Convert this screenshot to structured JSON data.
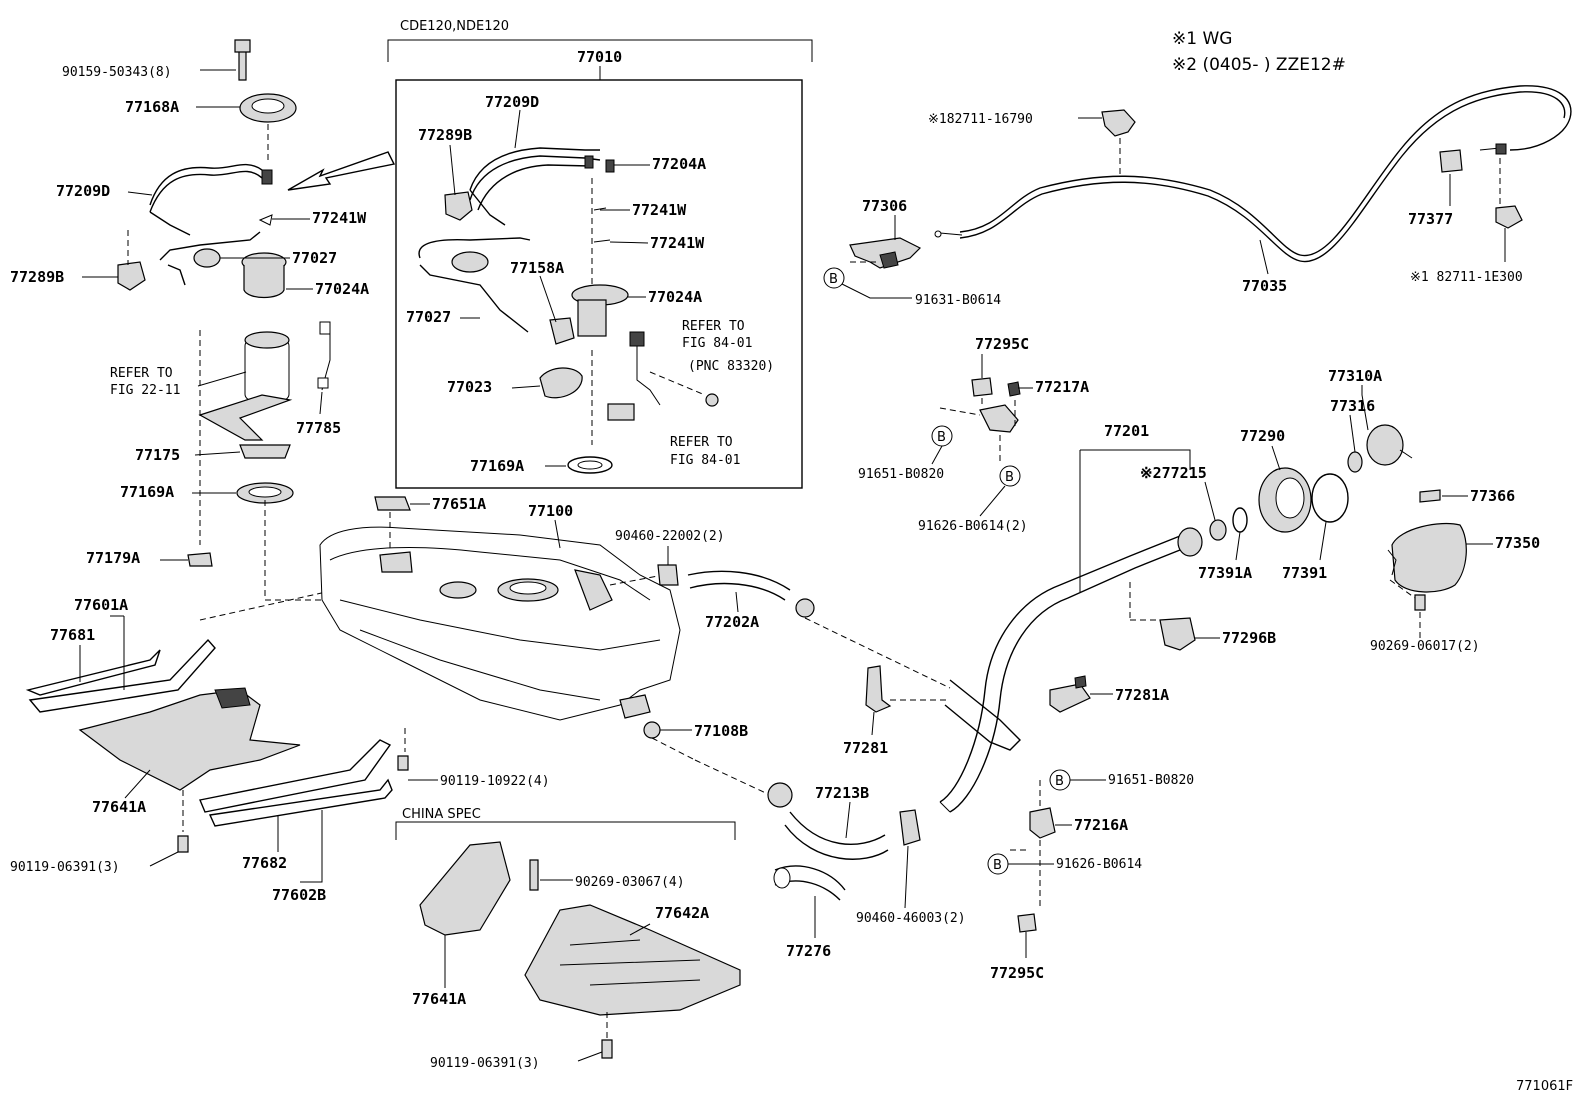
{
  "notes": {
    "line1": "※1  WG",
    "line2": "※2  (0405-    ) ZZE12#"
  },
  "inset": {
    "variant": "CDE120,NDE120",
    "assembly": "77010"
  },
  "china_spec": "CHINA SPEC",
  "refers": {
    "fig22": "REFER TO\nFIG 22-11",
    "fig84a": "REFER TO\nFIG 84-01\n(PNC 83320)",
    "fig84b": "REFER TO\nFIG 84-01"
  },
  "callout_b": "B",
  "figure_id": "771061F",
  "parts": [
    {
      "id": "p1",
      "label": "90159-50343(8)"
    },
    {
      "id": "p2",
      "label": "77168A"
    },
    {
      "id": "p3",
      "label": "77209D"
    },
    {
      "id": "p4",
      "label": "77241W"
    },
    {
      "id": "p5",
      "label": "77027"
    },
    {
      "id": "p6",
      "label": "77289B"
    },
    {
      "id": "p7",
      "label": "77024A"
    },
    {
      "id": "p8",
      "label": "77785"
    },
    {
      "id": "p9",
      "label": "77175"
    },
    {
      "id": "p10",
      "label": "77169A"
    },
    {
      "id": "p11",
      "label": "77179A"
    },
    {
      "id": "p12",
      "label": "77601A"
    },
    {
      "id": "p13",
      "label": "77681"
    },
    {
      "id": "p14",
      "label": "77641A"
    },
    {
      "id": "p15",
      "label": "90119-06391(3)"
    },
    {
      "id": "p16",
      "label": "77682"
    },
    {
      "id": "p17",
      "label": "77602B"
    },
    {
      "id": "p18",
      "label": "90119-10922(4)"
    },
    {
      "id": "p19",
      "label": "77209D"
    },
    {
      "id": "p20",
      "label": "77289B"
    },
    {
      "id": "p21",
      "label": "77204A"
    },
    {
      "id": "p22",
      "label": "77241W"
    },
    {
      "id": "p23",
      "label": "77241W"
    },
    {
      "id": "p24",
      "label": "77158A"
    },
    {
      "id": "p25",
      "label": "77024A"
    },
    {
      "id": "p26",
      "label": "77027"
    },
    {
      "id": "p27",
      "label": "77023"
    },
    {
      "id": "p28",
      "label": "77169A"
    },
    {
      "id": "p29",
      "label": "77651A"
    },
    {
      "id": "p30",
      "label": "77100"
    },
    {
      "id": "p31",
      "label": "90460-22002(2)"
    },
    {
      "id": "p32",
      "label": "77202A"
    },
    {
      "id": "p33",
      "label": "77108B"
    },
    {
      "id": "p34",
      "label": "77213B"
    },
    {
      "id": "p35",
      "label": "77276"
    },
    {
      "id": "p36",
      "label": "90460-46003(2)"
    },
    {
      "id": "p37",
      "label": "90269-03067(4)"
    },
    {
      "id": "p38",
      "label": "77642A"
    },
    {
      "id": "p39",
      "label": "77641A"
    },
    {
      "id": "p40",
      "label": "90119-06391(3)"
    },
    {
      "id": "p41",
      "label": "※182711-16790"
    },
    {
      "id": "p42",
      "label": "77306"
    },
    {
      "id": "p43",
      "label": "91631-B0614"
    },
    {
      "id": "p44",
      "label": "77035"
    },
    {
      "id": "p45",
      "label": "77377"
    },
    {
      "id": "p46",
      "label": "※1 82711-1E300"
    },
    {
      "id": "p47",
      "label": "77295C"
    },
    {
      "id": "p48",
      "label": "77217A"
    },
    {
      "id": "p49",
      "label": "91651-B0820"
    },
    {
      "id": "p50",
      "label": "91626-B0614(2)"
    },
    {
      "id": "p51",
      "label": "77201"
    },
    {
      "id": "p52",
      "label": "※277215"
    },
    {
      "id": "p53",
      "label": "77290"
    },
    {
      "id": "p54",
      "label": "77310A"
    },
    {
      "id": "p55",
      "label": "77316"
    },
    {
      "id": "p56",
      "label": "77366"
    },
    {
      "id": "p57",
      "label": "77350"
    },
    {
      "id": "p58",
      "label": "77391A"
    },
    {
      "id": "p59",
      "label": "77391"
    },
    {
      "id": "p60",
      "label": "77296B"
    },
    {
      "id": "p61",
      "label": "90269-06017(2)"
    },
    {
      "id": "p62",
      "label": "77281A"
    },
    {
      "id": "p63",
      "label": "77281"
    },
    {
      "id": "p64",
      "label": "91651-B0820"
    },
    {
      "id": "p65",
      "label": "77216A"
    },
    {
      "id": "p66",
      "label": "91626-B0614"
    },
    {
      "id": "p67",
      "label": "77295C"
    }
  ]
}
